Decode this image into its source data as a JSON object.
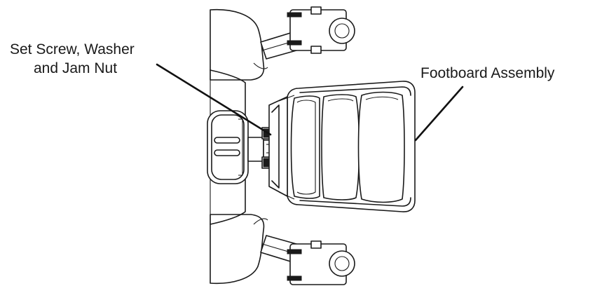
{
  "callouts": {
    "set_screw_line1": "Set Screw, Washer",
    "set_screw_line2": "and Jam Nut",
    "footboard": "Footboard Assembly"
  },
  "colors": {
    "line": "#1a1a1a",
    "background": "#ffffff"
  }
}
